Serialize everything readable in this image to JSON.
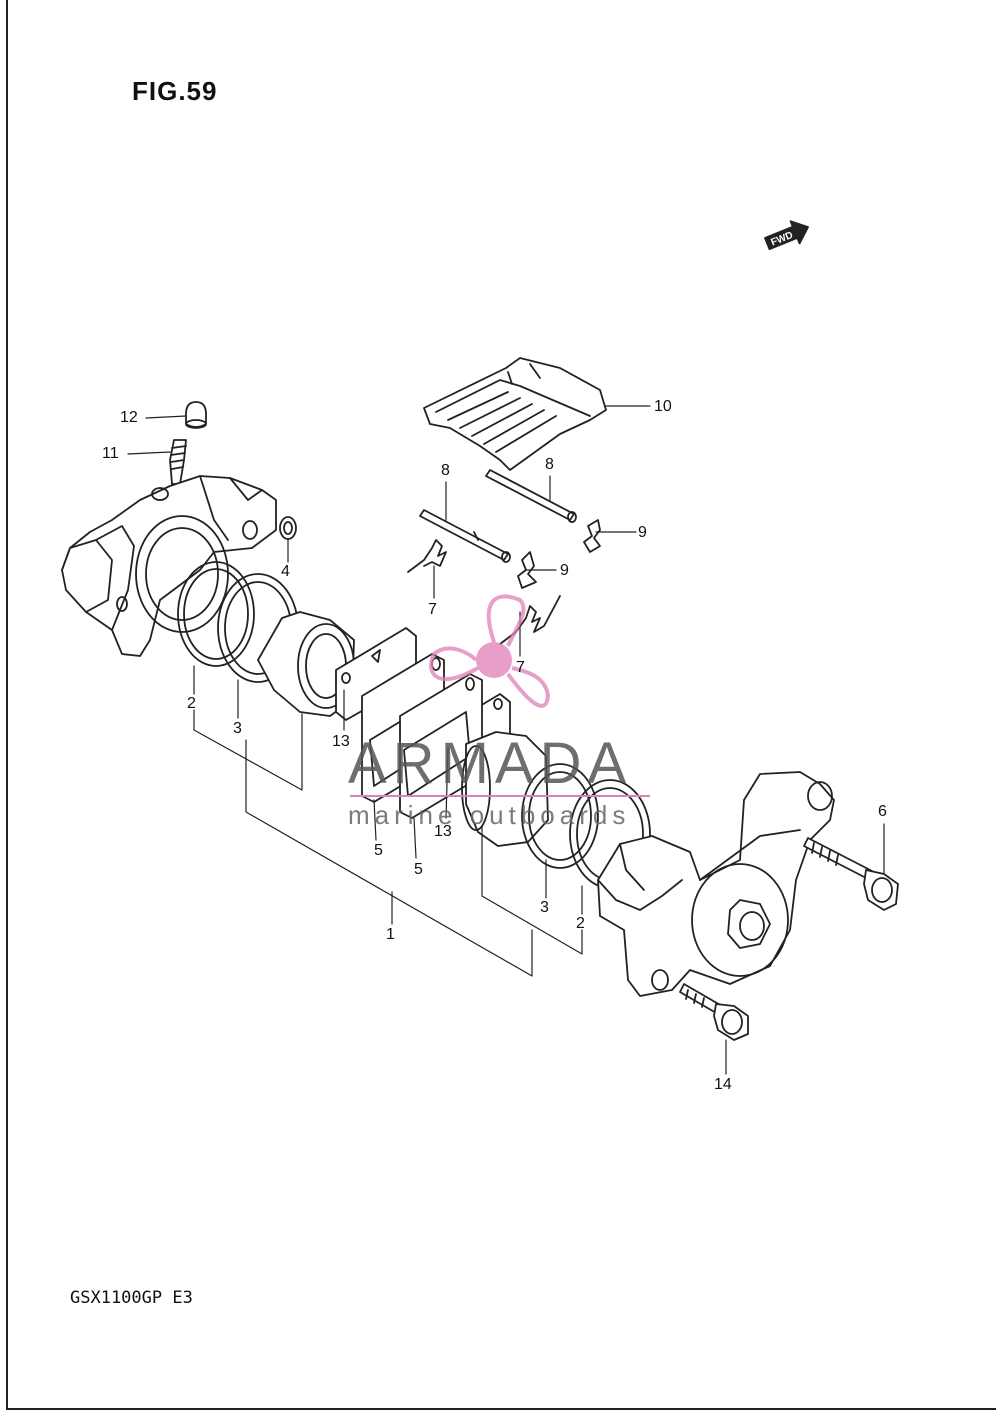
{
  "figure_title": "FIG.59",
  "model_code": "GSX1100GP  E3",
  "direction_label": "FWD",
  "watermark": {
    "brand": "ARMADA",
    "tagline": "marine outboards",
    "accent_color": "#e07fb8"
  },
  "callouts": {
    "c1": "1",
    "c2a": "2",
    "c2b": "2",
    "c3a": "3",
    "c3b": "3",
    "c4": "4",
    "c5a": "5",
    "c5b": "5",
    "c6": "6",
    "c7a": "7",
    "c7b": "7",
    "c8a": "8",
    "c8b": "8",
    "c9a": "9",
    "c9b": "9",
    "c10": "10",
    "c11": "11",
    "c12": "12",
    "c13a": "13",
    "c13b": "13",
    "c14": "14"
  }
}
